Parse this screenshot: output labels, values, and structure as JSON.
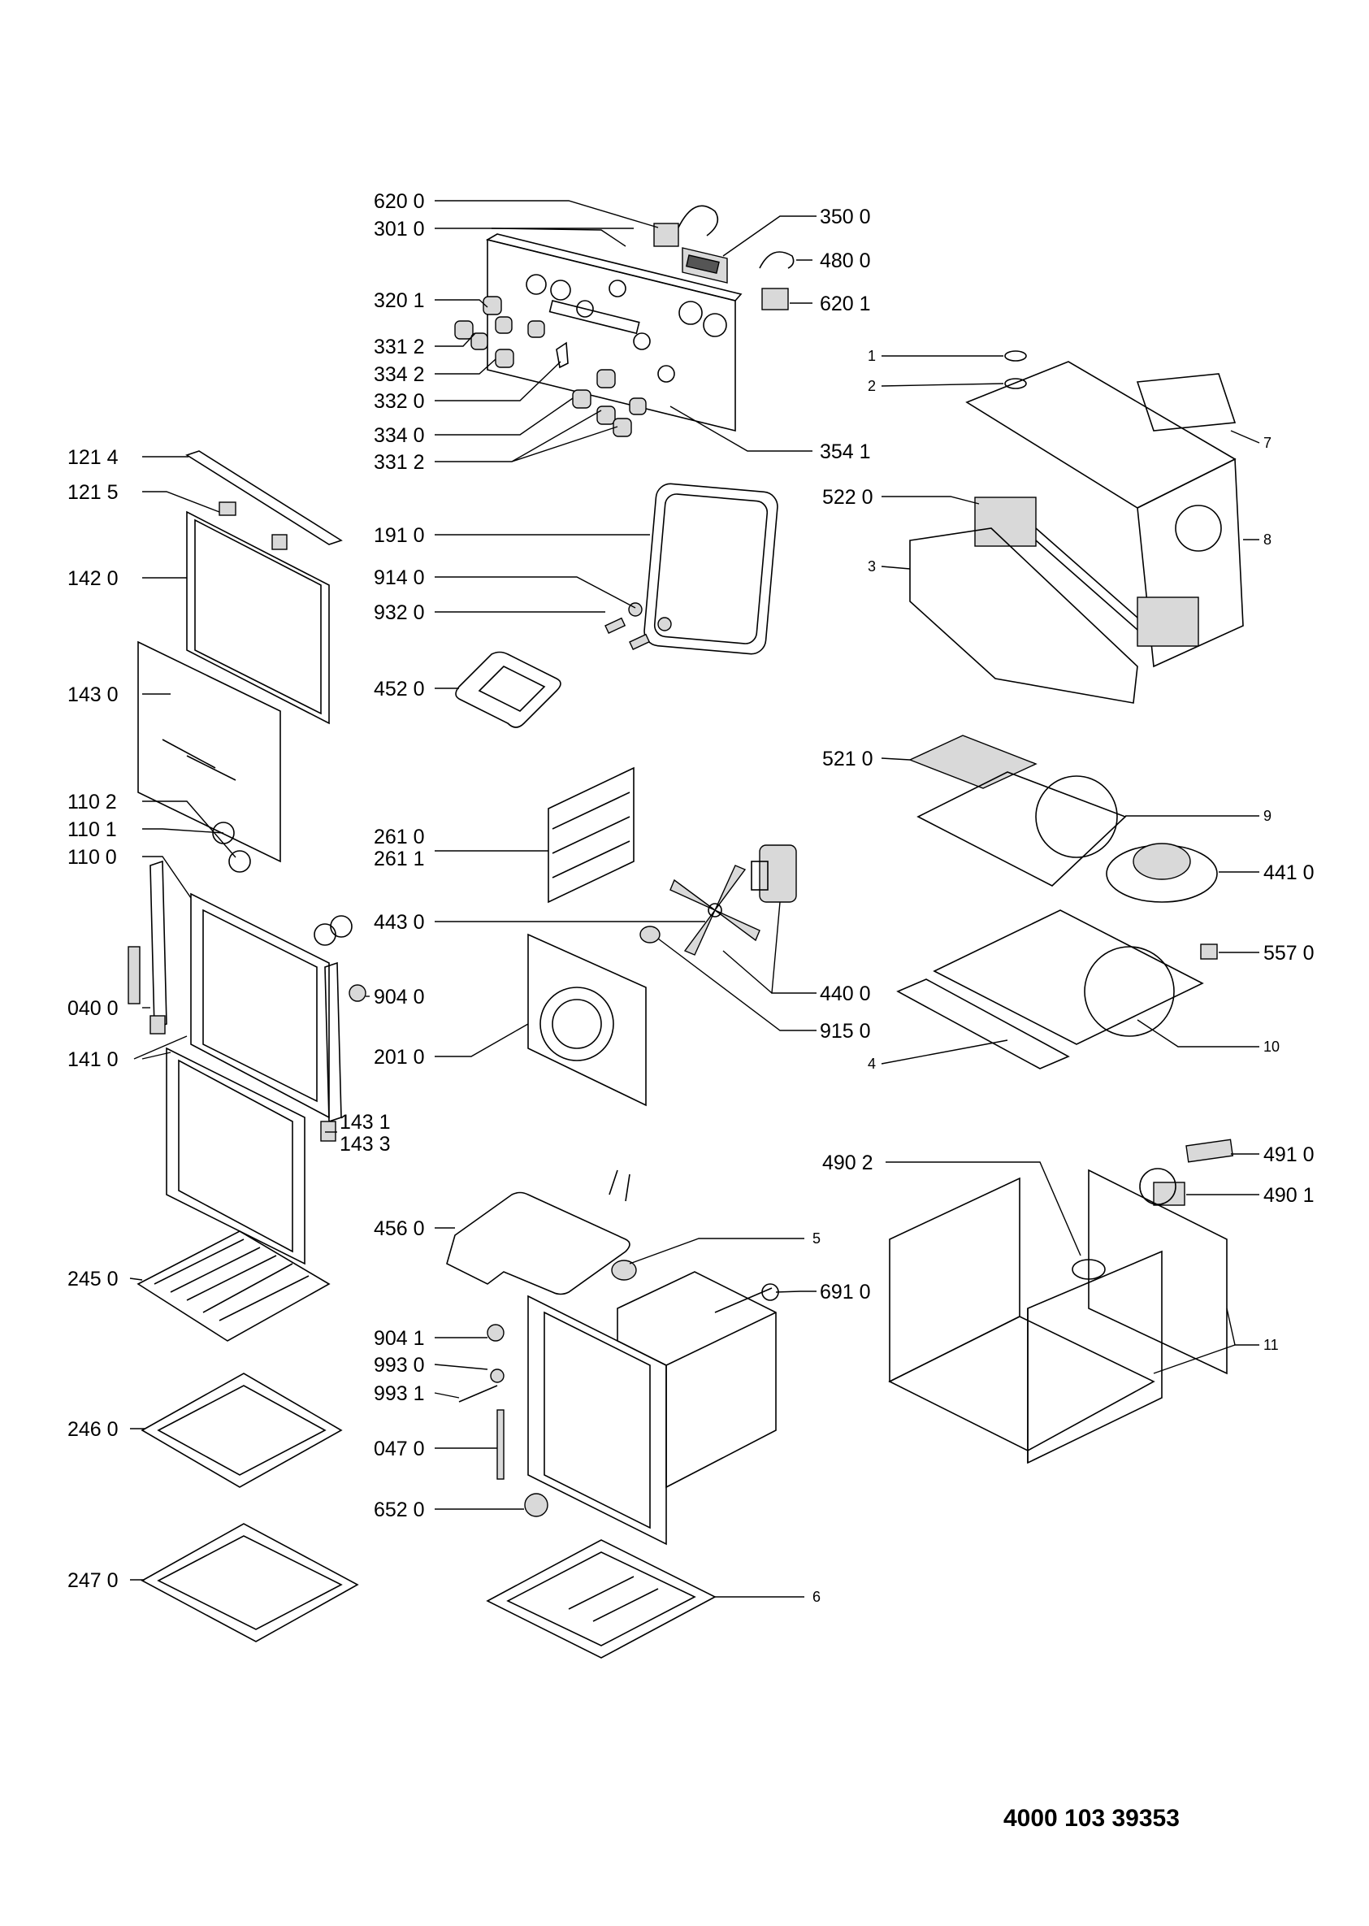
{
  "callouts": [
    {
      "id": "c-620-0",
      "text": "620 0"
    },
    {
      "id": "c-301-0",
      "text": "301 0"
    },
    {
      "id": "c-320-1",
      "text": "320 1"
    },
    {
      "id": "c-331-2a",
      "text": "331 2"
    },
    {
      "id": "c-334-2",
      "text": "334 2"
    },
    {
      "id": "c-332-0",
      "text": "332 0"
    },
    {
      "id": "c-334-0",
      "text": "334 0"
    },
    {
      "id": "c-331-2b",
      "text": "331 2"
    },
    {
      "id": "c-350-0",
      "text": "350 0"
    },
    {
      "id": "c-480-0",
      "text": "480 0"
    },
    {
      "id": "c-620-1",
      "text": "620 1"
    },
    {
      "id": "c-354-1",
      "text": "354 1"
    },
    {
      "id": "c-121-4",
      "text": "121 4"
    },
    {
      "id": "c-121-5",
      "text": "121 5"
    },
    {
      "id": "c-142-0",
      "text": "142 0"
    },
    {
      "id": "c-143-0",
      "text": "143 0"
    },
    {
      "id": "c-110-2",
      "text": "110 2"
    },
    {
      "id": "c-110-1",
      "text": "110 1"
    },
    {
      "id": "c-110-0",
      "text": "110 0"
    },
    {
      "id": "c-040-0",
      "text": "040 0"
    },
    {
      "id": "c-141-0",
      "text": "141 0"
    },
    {
      "id": "c-245-0",
      "text": "245 0"
    },
    {
      "id": "c-246-0",
      "text": "246 0"
    },
    {
      "id": "c-247-0",
      "text": "247 0"
    },
    {
      "id": "c-191-0",
      "text": "191 0"
    },
    {
      "id": "c-914-0",
      "text": "914 0"
    },
    {
      "id": "c-932-0",
      "text": "932 0"
    },
    {
      "id": "c-452-0",
      "text": "452 0"
    },
    {
      "id": "c-261-0",
      "text": "261 0"
    },
    {
      "id": "c-261-1",
      "text": "261 1"
    },
    {
      "id": "c-443-0",
      "text": "443 0"
    },
    {
      "id": "c-904-0",
      "text": "904 0"
    },
    {
      "id": "c-201-0",
      "text": "201 0"
    },
    {
      "id": "c-143-1",
      "text": "143 1"
    },
    {
      "id": "c-143-3",
      "text": "143 3"
    },
    {
      "id": "c-456-0",
      "text": "456 0"
    },
    {
      "id": "c-904-1",
      "text": "904 1"
    },
    {
      "id": "c-993-0",
      "text": "993 0"
    },
    {
      "id": "c-993-1",
      "text": "993 1"
    },
    {
      "id": "c-047-0",
      "text": "047 0"
    },
    {
      "id": "c-652-0",
      "text": "652 0"
    },
    {
      "id": "c-440-0",
      "text": "440 0"
    },
    {
      "id": "c-915-0",
      "text": "915 0"
    },
    {
      "id": "c-5",
      "text": "5"
    },
    {
      "id": "c-691-0",
      "text": "691 0"
    },
    {
      "id": "c-6",
      "text": "6"
    },
    {
      "id": "c-1",
      "text": "1"
    },
    {
      "id": "c-2",
      "text": "2"
    },
    {
      "id": "c-7",
      "text": "7"
    },
    {
      "id": "c-522-0",
      "text": "522 0"
    },
    {
      "id": "c-8",
      "text": "8"
    },
    {
      "id": "c-3",
      "text": "3"
    },
    {
      "id": "c-521-0",
      "text": "521 0"
    },
    {
      "id": "c-9",
      "text": "9"
    },
    {
      "id": "c-441-0",
      "text": "441 0"
    },
    {
      "id": "c-557-0",
      "text": "557 0"
    },
    {
      "id": "c-10",
      "text": "10"
    },
    {
      "id": "c-4",
      "text": "4"
    },
    {
      "id": "c-490-2",
      "text": "490 2"
    },
    {
      "id": "c-491-0",
      "text": "491 0"
    },
    {
      "id": "c-490-1",
      "text": "490 1"
    },
    {
      "id": "c-11",
      "text": "11"
    }
  ],
  "document_number": "4000 103 39353"
}
